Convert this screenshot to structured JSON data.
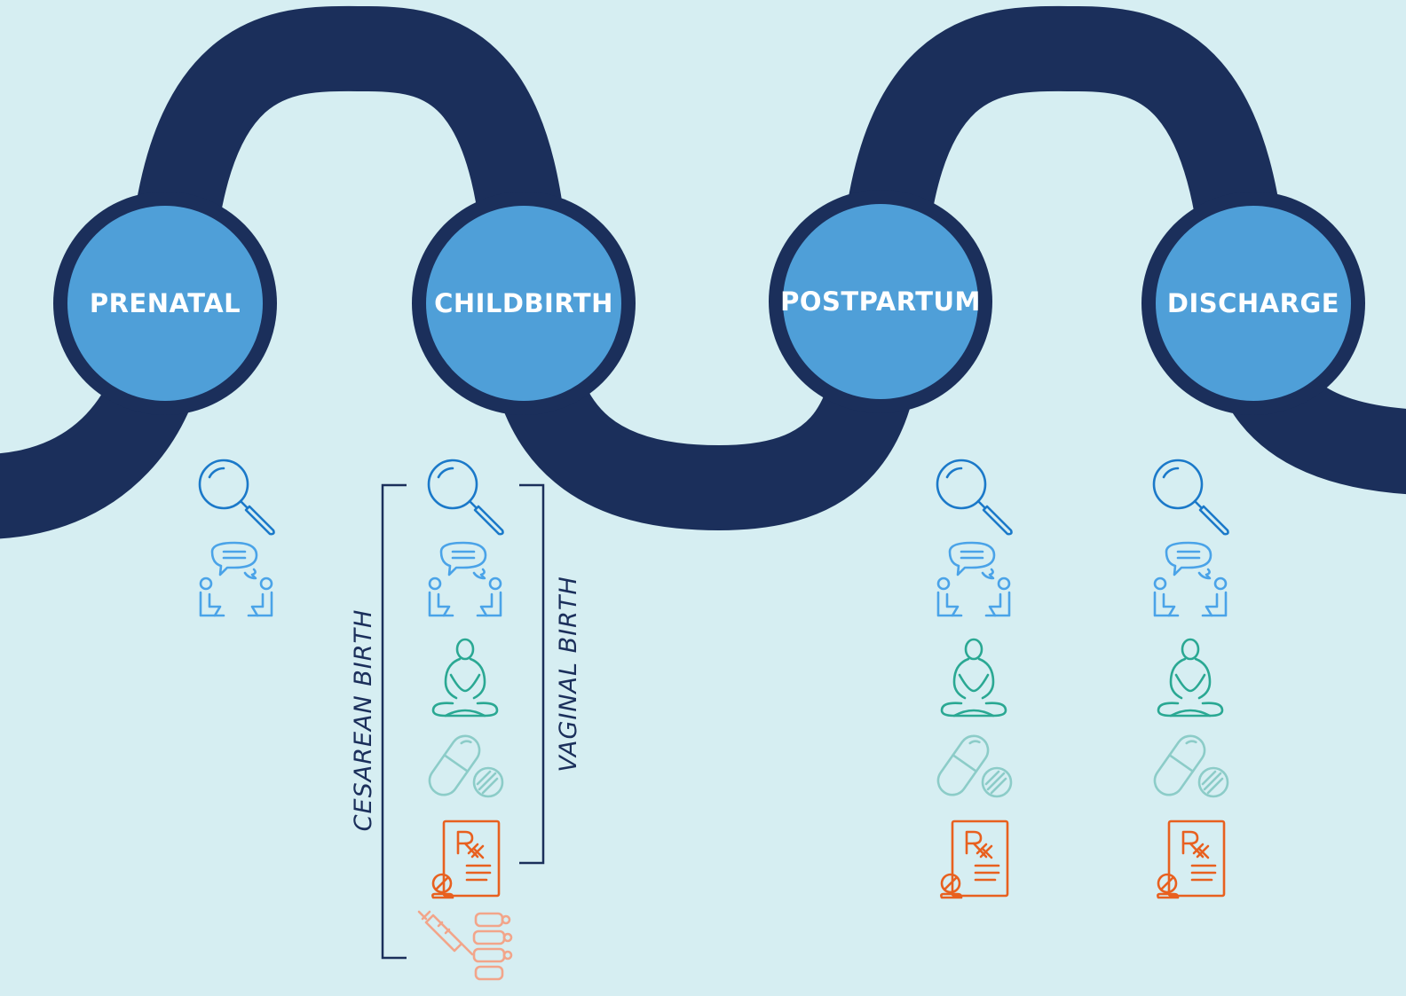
{
  "stages": [
    {
      "id": "prenatal",
      "label": "PRENATAL"
    },
    {
      "id": "childbirth",
      "label": "CHILDBIRTH"
    },
    {
      "id": "postpartum",
      "label": "POSTPARTUM"
    },
    {
      "id": "discharge",
      "label": "DISCHARGE"
    }
  ],
  "brackets": {
    "cesarean": "CESAREAN BIRTH",
    "vaginal": "VAGINAL BIRTH"
  },
  "icon_columns": {
    "prenatal": [
      "magnifier-icon",
      "counseling-icon"
    ],
    "childbirth": [
      "magnifier-icon",
      "counseling-icon",
      "meditation-icon",
      "pills-icon",
      "prescription-icon",
      "spine-injection-icon"
    ],
    "postpartum": [
      "magnifier-icon",
      "counseling-icon",
      "meditation-icon",
      "pills-icon",
      "prescription-icon"
    ],
    "discharge": [
      "magnifier-icon",
      "counseling-icon",
      "meditation-icon",
      "pills-icon",
      "prescription-icon"
    ]
  },
  "colors": {
    "background": "#d6eef2",
    "path": "#1b2f5b",
    "node_fill": "#4f9fd8",
    "node_ring": "#1b2f5b",
    "label_text": "#ffffff",
    "magnifier": "#1b79c9",
    "counseling": "#4aa3e8",
    "meditation": "#2aa893",
    "pills": "#8cccc8",
    "prescription": "#e8601f",
    "spine_injection": "#f2a58a"
  }
}
